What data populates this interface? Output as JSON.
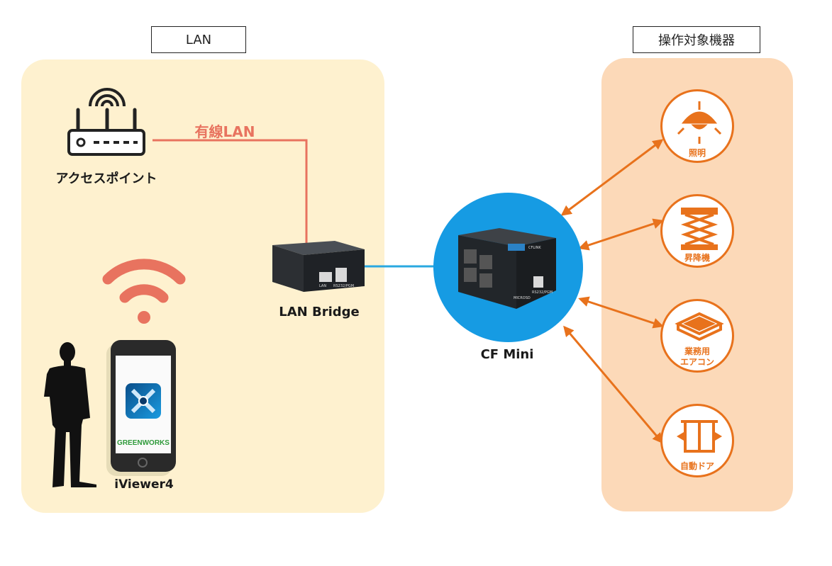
{
  "lan_box": {
    "label": "LAN"
  },
  "devices_box": {
    "label": "操作対象機器"
  },
  "access_point": {
    "label": "アクセスポイント"
  },
  "wired_lan": {
    "label": "有線LAN"
  },
  "lan_bridge": {
    "label": "LAN Bridge",
    "port_lan": "LAN",
    "port_rs": "RS232/PGM"
  },
  "cf_mini": {
    "label": "CF Mini",
    "port_top": "CFLINK",
    "port_micro": "MICROSD",
    "port_rs": "RS232/PGM"
  },
  "phone": {
    "label": "iViewer4",
    "logo_text": "GREENWORKS"
  },
  "devices": [
    {
      "label": "照明",
      "icon": "ceiling-light-icon"
    },
    {
      "label": "昇降機",
      "icon": "scissor-lift-icon"
    },
    {
      "label": "業務用\nエアコン",
      "icon": "ceiling-aircon-icon"
    },
    {
      "label": "自動ドア",
      "icon": "automatic-door-icon"
    }
  ],
  "colors": {
    "lan_zone": "#fef1cf",
    "device_zone": "#fcd9b8",
    "wired_line": "#e8735f",
    "wifi": "#e8735f",
    "serial_line": "#2aa8e0",
    "cf_circle": "#169be3",
    "arrow": "#e8721c"
  }
}
